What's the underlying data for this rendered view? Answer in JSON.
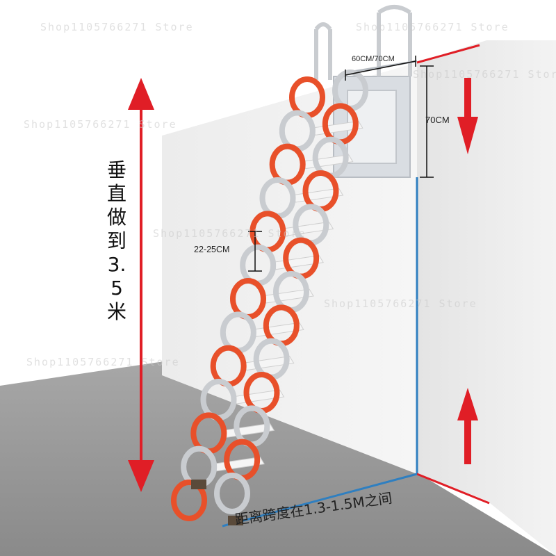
{
  "image": {
    "description_labels": {
      "width_label": "60CM/70CM",
      "depth_label": "70CM",
      "step_label": "22-25CM",
      "vertical_label": "垂直做到3.5米",
      "span_label": "距离跨度在1.3-1.5M之间"
    },
    "watermark_text": "Shop1105766271 Store",
    "colors": {
      "ladder_orange": "#e8502a",
      "ladder_silver": "#c9ccd0",
      "arrow_red": "#e01e26",
      "floor_line_blue": "#2f7fc0",
      "wall": "#f2f2f2",
      "floor": "#9b9b9b"
    }
  }
}
